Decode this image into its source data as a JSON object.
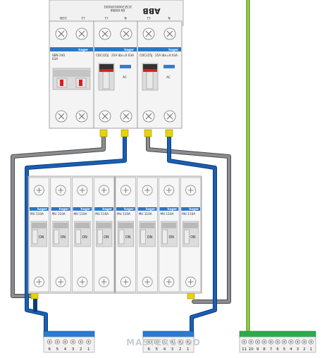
{
  "logo": "ABB",
  "abb_small_text": [
    "2CSF200001R0001",
    "EN 60898"
  ],
  "main_switch": {
    "brand": "hager",
    "spec_lines": [
      "SBN 240",
      "63A"
    ],
    "terminal_labels": [
      "1/2N",
      "L1"
    ]
  },
  "rcds": [
    {
      "brand": "hager",
      "model": "CDC225J",
      "rating": "25A IΔn=0.03A",
      "terminal_labels": [
        "L1",
        "N"
      ],
      "side_label": "AC"
    },
    {
      "brand": "hager",
      "model": "CDC225J",
      "rating": "25A IΔn=0.03A",
      "terminal_labels": [
        "L1",
        "N"
      ],
      "side_label": "AC"
    }
  ],
  "breakers": {
    "count": 8,
    "brand": "hager",
    "model": "MU 110A",
    "on_label": "ON"
  },
  "neutral_bars": [
    {
      "terminal_numbers": [
        "6",
        "5",
        "4",
        "3",
        "2",
        "1"
      ]
    },
    {
      "terminal_numbers": [
        "6",
        "5",
        "4",
        "3",
        "2",
        "1"
      ]
    }
  ],
  "earth_bar": {
    "terminal_numbers": [
      "11",
      "10",
      "9",
      "8",
      "7",
      "6",
      "5",
      "4",
      "3",
      "2",
      "1"
    ]
  },
  "watermark": "MASTERGOOD",
  "colors": {
    "neutral_wire": "#1a5fb4",
    "phase_wire": "#8a8d91",
    "earth_wire_green": "#2e9d3a",
    "earth_wire_yellow": "#e2d20c",
    "ferrule": "#e8d400",
    "neutral_bar": "#2b7cd0",
    "earth_bar": "#2eaa4a",
    "toggle_main": "#d62020",
    "rcd_accent": "#3a7bd5",
    "rcd_dark": "#333333",
    "brand_blue": "#2b78c2"
  }
}
